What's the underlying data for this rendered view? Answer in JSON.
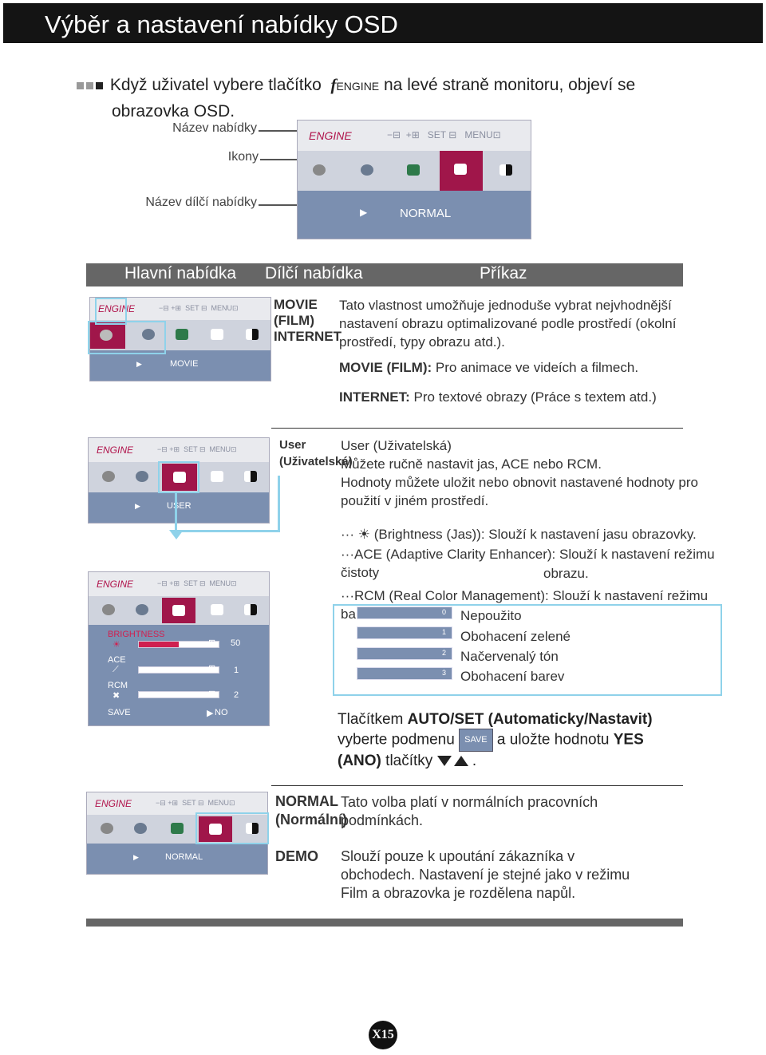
{
  "page_title": "Výběr a nastavení nabídky OSD",
  "intro": {
    "part1": "Když uživatel vybere tlačítko",
    "fengine_f": "f",
    "fengine_word": "ENGINE",
    "part2": "na levé straně monitoru, objeví se",
    "part3": "obrazovka OSD."
  },
  "callouts": {
    "menu_name": "Název nabídky",
    "icons": "Ikony",
    "submenu_name": "Název dílčí nabídky"
  },
  "osd": {
    "engine_label": "ENGINE",
    "set_label": "SET",
    "menu_label": "MENU",
    "big_submenu": "NORMAL",
    "movie_submenu": "MOVIE",
    "user_submenu": "USER",
    "normal_submenu": "NORMAL"
  },
  "table_header": {
    "main_menu": "Hlavní nabídka",
    "sub_menu": "Dílčí nabídka",
    "command": "Příkaz"
  },
  "section_movie": {
    "labels": [
      "MOVIE",
      "(FILM)",
      "INTERNET"
    ],
    "desc": [
      "Tato vlastnost umožňuje jednoduše vybrat nejvhodnější",
      "nastavení obrazu optimalizované podle prostředí (okolní",
      "prostředí, typy obrazu atd.)."
    ],
    "movie_bold": "MOVIE (FILM):",
    "movie_text": "Pro animace ve videích a filmech.",
    "internet_bold": "INTERNET:",
    "internet_text": "Pro textové obrazy (Práce s  textem atd.)"
  },
  "section_user": {
    "labels": [
      "User",
      "(Uživatelská)"
    ],
    "title": "User (Uživatelská)",
    "lines": [
      "Můžete ručně nastavit jas, ACE nebo RCM.",
      "Hodnoty můžete uložit nebo obnovit nastavené hodnoty pro",
      "použití v jiném prostředí."
    ],
    "brightness": "(Brightness (Jas)): Slouží k  nastavení jasu obrazovky.",
    "ace1": "ACE (Adaptive Clarity Enhancer): Slouží k  nastavení režimu čistoty",
    "ace2": "obrazu.",
    "rcm": "RCM (Real Color Management): Slouží k  nastavení režimu barev.",
    "rcm_options": [
      {
        "num": "0",
        "text": "Nepoužito"
      },
      {
        "num": "1",
        "text": "Obohacení zelené"
      },
      {
        "num": "2",
        "text": "Načervenalý tón"
      },
      {
        "num": "3",
        "text": "Obohacení barev"
      }
    ],
    "save1a": "Tlačítkem",
    "save1b": "AUTO/SET (Automaticky/Nastavit)",
    "save2a": "vyberte podmenu",
    "save_btn": "SAVE",
    "save2b": "a uložte hodnotu",
    "yes": "YES",
    "save3a": "(ANO)",
    "save3b": "tlačítky",
    "period": "."
  },
  "detail_osd": {
    "brightness_label": "BRIGHTNESS",
    "brightness_val": "50",
    "ace_label": "ACE",
    "ace_val": "1",
    "rcm_label": "RCM",
    "rcm_val": "2",
    "save_label": "SAVE",
    "save_val": "NO",
    "brightness_level": 0.5
  },
  "section_normal": {
    "labels": [
      "NORMAL",
      "(Normální)"
    ],
    "normal_desc": [
      "Tato volba platí v  normálních pracovních",
      "podmínkách."
    ],
    "demo_label": "DEMO",
    "demo_desc": [
      "Slouží pouze k  upoutání zákazníka v",
      "obchodech. Nastavení je stejné jako v  režimu",
      "Film a obrazovka je rozdělena napůl."
    ]
  },
  "page_number": "X15",
  "colors": {
    "accent": "#a0164a",
    "osd_blue": "#7b8fb0",
    "highlight": "#8fd2ea"
  }
}
